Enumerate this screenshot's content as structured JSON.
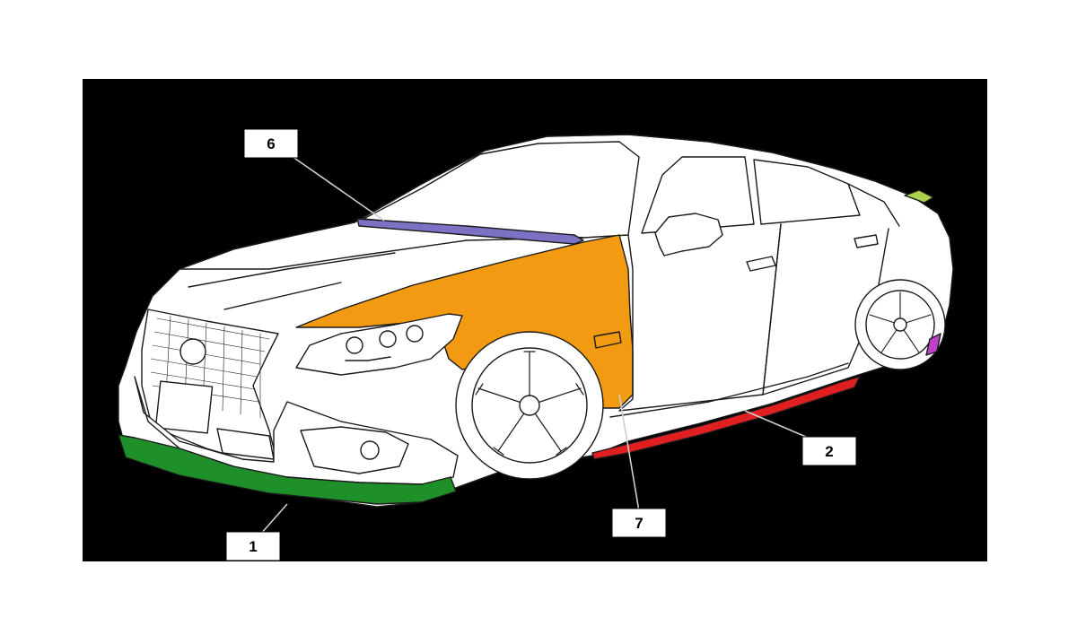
{
  "diagram": {
    "colors": {
      "background": "#000000",
      "body": "#ffffff",
      "outline": "#1a1a1a",
      "front_lip": "#1f8f2a",
      "side_skirt": "#e02020",
      "fender": "#f39a13",
      "cowl_trim": "#7c72c4",
      "trunk_spoiler": "#a9d24a",
      "rear_diffuser": "#c040c8"
    },
    "callouts": [
      {
        "id": "1",
        "label": "1",
        "part": "front-lip-spoiler"
      },
      {
        "id": "2",
        "label": "2",
        "part": "side-skirt"
      },
      {
        "id": "6",
        "label": "6",
        "part": "cowl-trim"
      },
      {
        "id": "7",
        "label": "7",
        "part": "front-fender"
      }
    ]
  }
}
